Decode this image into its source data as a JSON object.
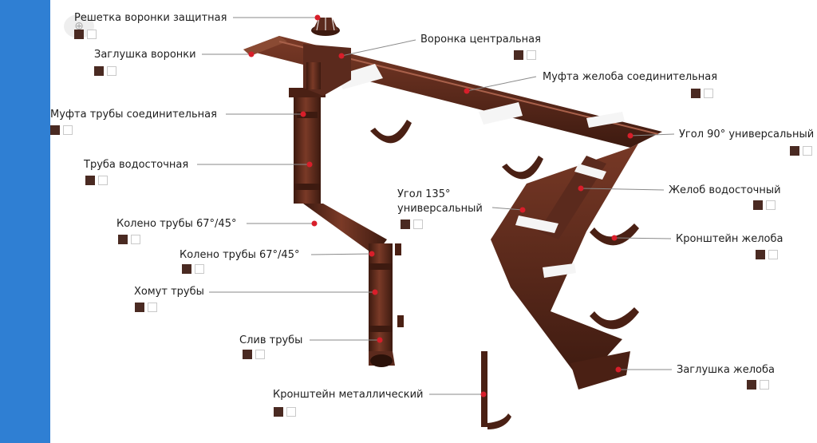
{
  "colors": {
    "sidebar": "#2f7fd3",
    "product": "#5b2a1d",
    "product_light": "#7a3a27",
    "product_dark": "#3d1a10",
    "marker": "#d81e2a",
    "leader": "#8a8a8a",
    "swatch_brown": "#4a2a22"
  },
  "labels": {
    "grate": "Решетка воронки защитная",
    "funnel_cap": "Заглушка воронки",
    "funnel": "Воронка центральная",
    "gutter_coupling": "Муфта желоба соединительная",
    "pipe_coupling": "Муфта трубы соединительная",
    "corner90": "Угол 90° универсальный",
    "pipe": "Труба водосточная",
    "gutter": "Желоб водосточный",
    "corner135": "Угол 135°\nуниверсальный",
    "elbow1": "Колено трубы 67°/45°",
    "bracket": "Кронштейн желоба",
    "elbow2": "Колено трубы 67°/45°",
    "clamp": "Хомут трубы",
    "outlet": "Слив трубы",
    "gutter_cap": "Заглушка желоба",
    "metal_bracket": "Кронштейн металлический"
  }
}
